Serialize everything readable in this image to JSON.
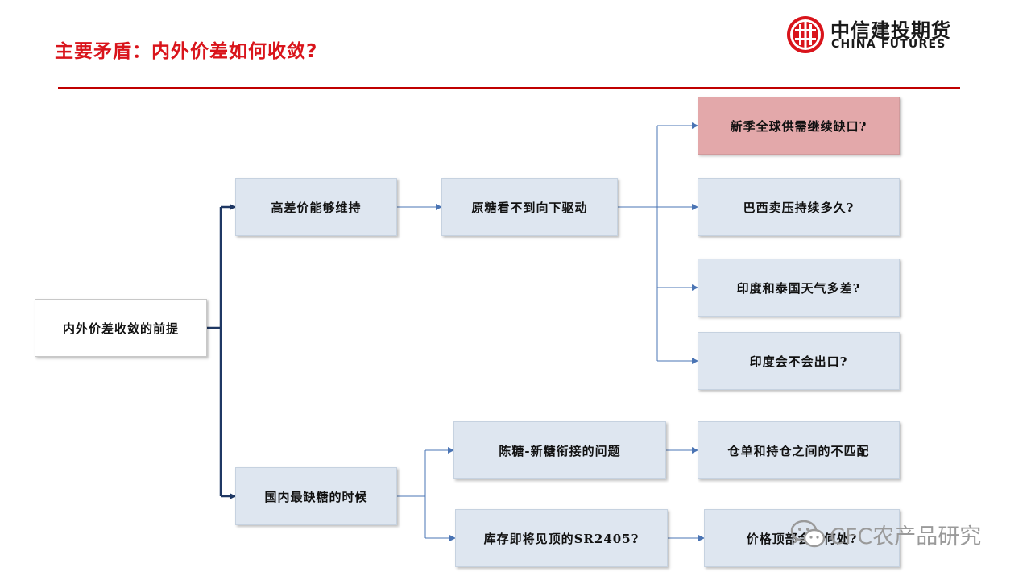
{
  "header": {
    "title": "主要矛盾：内外价差如何收敛?"
  },
  "logo": {
    "name_cn": "中信建投期货",
    "name_en": "CHINA FUTURES"
  },
  "diagram": {
    "root": "内外价差收敛的前提",
    "level1": [
      "高差价能够维持",
      "国内最缺糖的时候"
    ],
    "level2": [
      "原糖看不到向下驱动",
      "陈糖-新糖衔接的问题",
      "库存即将见顶的SR2405?"
    ],
    "level3": [
      "新季全球供需继续缺口?",
      "巴西卖压持续多久?",
      "印度和泰国天气多差?",
      "印度会不会出口?",
      "仓单和持仓之间的不匹配",
      "价格顶部会在何处?"
    ]
  },
  "watermark": {
    "text": "CFC农产品研究"
  },
  "colors": {
    "title": "#d9141b",
    "rule": "#c00000",
    "node_fill": "#dee6f0",
    "highlight_fill": "#e3a8aa",
    "connector": "#1f3864",
    "arrow": "#4a74b4"
  }
}
